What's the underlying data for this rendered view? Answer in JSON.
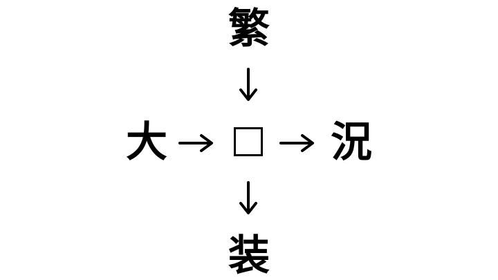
{
  "puzzle": {
    "top": "繁",
    "left": "大",
    "right": "況",
    "bottom": "装"
  },
  "colors": {
    "ink": "#000000",
    "background": "#ffffff"
  },
  "icons": {
    "arrow_right": "arrow-right-icon",
    "arrow_down": "arrow-down-icon",
    "blank": "blank-square-icon"
  }
}
